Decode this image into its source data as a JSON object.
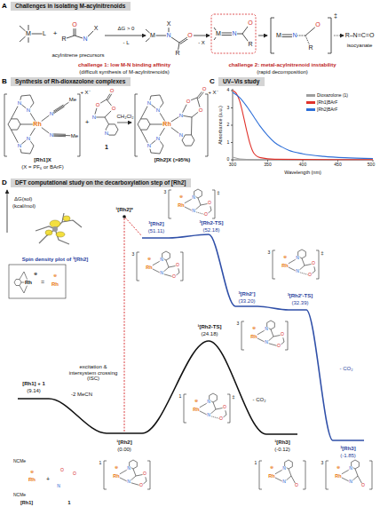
{
  "diagram": {
    "nodes": [
      {
        "text": [
          "A",
          "Challenges in isolating M-acylnitrenoids"
        ]
      },
      {
        "text": [
          "B",
          "Synthesis of Rh-dioxazolone complexes"
        ]
      },
      {
        "text": [
          "C",
          "UV–Vis study"
        ]
      },
      {
        "text": [
          "D",
          "DFT computational study on the decarboxylation step of [Rh2]"
        ]
      }
    ],
    "labels": [
      "M",
      "L",
      "+",
      "R",
      "O",
      "N",
      "X",
      "acylnitrene precursors",
      "ΔG > 0",
      "- L",
      "M",
      "N",
      "X",
      "O",
      "R",
      "- X",
      "M",
      "N",
      "O",
      "R",
      "M",
      "N",
      "O",
      "R",
      "‡",
      "R–N=C=O",
      "isocyanate",
      "challenge 1: low M-N binding affinity",
      "(difficult synthesis of M-acylnitrenoids)",
      "challenge 2: metal-acylnitrenoid instability",
      "(rapid decomposition)",
      "Rh",
      "N",
      "N",
      "N",
      "N",
      "N",
      "Me",
      "N",
      "Me",
      "+ X⁻",
      "+",
      "O",
      "O",
      "O",
      "N",
      "N",
      "1",
      "CH₂Cl₂",
      "Rh",
      "N",
      "N",
      "N",
      "N",
      "N",
      "N",
      "O",
      "O",
      "O",
      "+ X⁻",
      "[Rh1]X",
      "(X = PF₆ or BArF)",
      "[Rh2]X (>95%)",
      "4",
      "3",
      "2",
      "1",
      "0",
      "300",
      "350",
      "400",
      "450",
      "500",
      "Wavelength (nm)",
      "Absorbance (a.u.)",
      "ΔG(sol)",
      "(kcal/mol)",
      "Spin density plot of ³[Rh2]",
      "Rh",
      "⊕",
      "=",
      "Rh",
      "⊕",
      "¹[Rh2]*",
      "³[Rh2]",
      "(51.11)",
      "³[Rh2-TS]",
      "(52.18)",
      "³[Rh2']",
      "(33.20)",
      "³[Rh2'-TS]",
      "(32.39)",
      "- CO₂",
      "³[Rh3]",
      "(-1.85)",
      "excitation & intersystem crossing (ISC)",
      "¹[Rh2-TS]",
      "(24.18)",
      "[Rh1] + 1",
      "(9.14)",
      "-2 MeCN",
      "¹[Rh2]",
      "(0.00)",
      "- CO₂",
      "¹[Rh3]",
      "(-0.12)",
      "NCMe",
      "⊕",
      "Rh",
      "NCMe",
      "+",
      "N",
      "O",
      "O",
      "[Rh1]",
      "1",
      "3",
      "⊕",
      "Rh",
      "N",
      "N",
      "O",
      "O",
      "‡",
      "3",
      "⊕",
      "Rh",
      "N",
      "N",
      "O",
      "O",
      "3",
      "⊕",
      "Rh",
      "N",
      "N",
      "O",
      "O",
      "‡",
      "3",
      "⊕",
      "Rh",
      "N",
      "N",
      "O",
      "O",
      "1",
      "⊕",
      "Rh",
      "N",
      "N",
      "O",
      "O",
      "‡",
      "1",
      "⊕",
      "Rh",
      "N",
      "N",
      "O",
      "O",
      "1",
      "⊕",
      "Rh",
      "N",
      "N",
      "O",
      "3",
      "⊕",
      "Rh",
      "N",
      "N",
      "O"
    ],
    "legend": [
      {
        "text": "Dioxazolone (1)",
        "color": "#9e9e9e"
      },
      {
        "text": "[Rh1]BArF",
        "color": "#e0322b"
      },
      {
        "text": "[Rh2]BArF",
        "color": "#2e6fd8"
      }
    ]
  }
}
